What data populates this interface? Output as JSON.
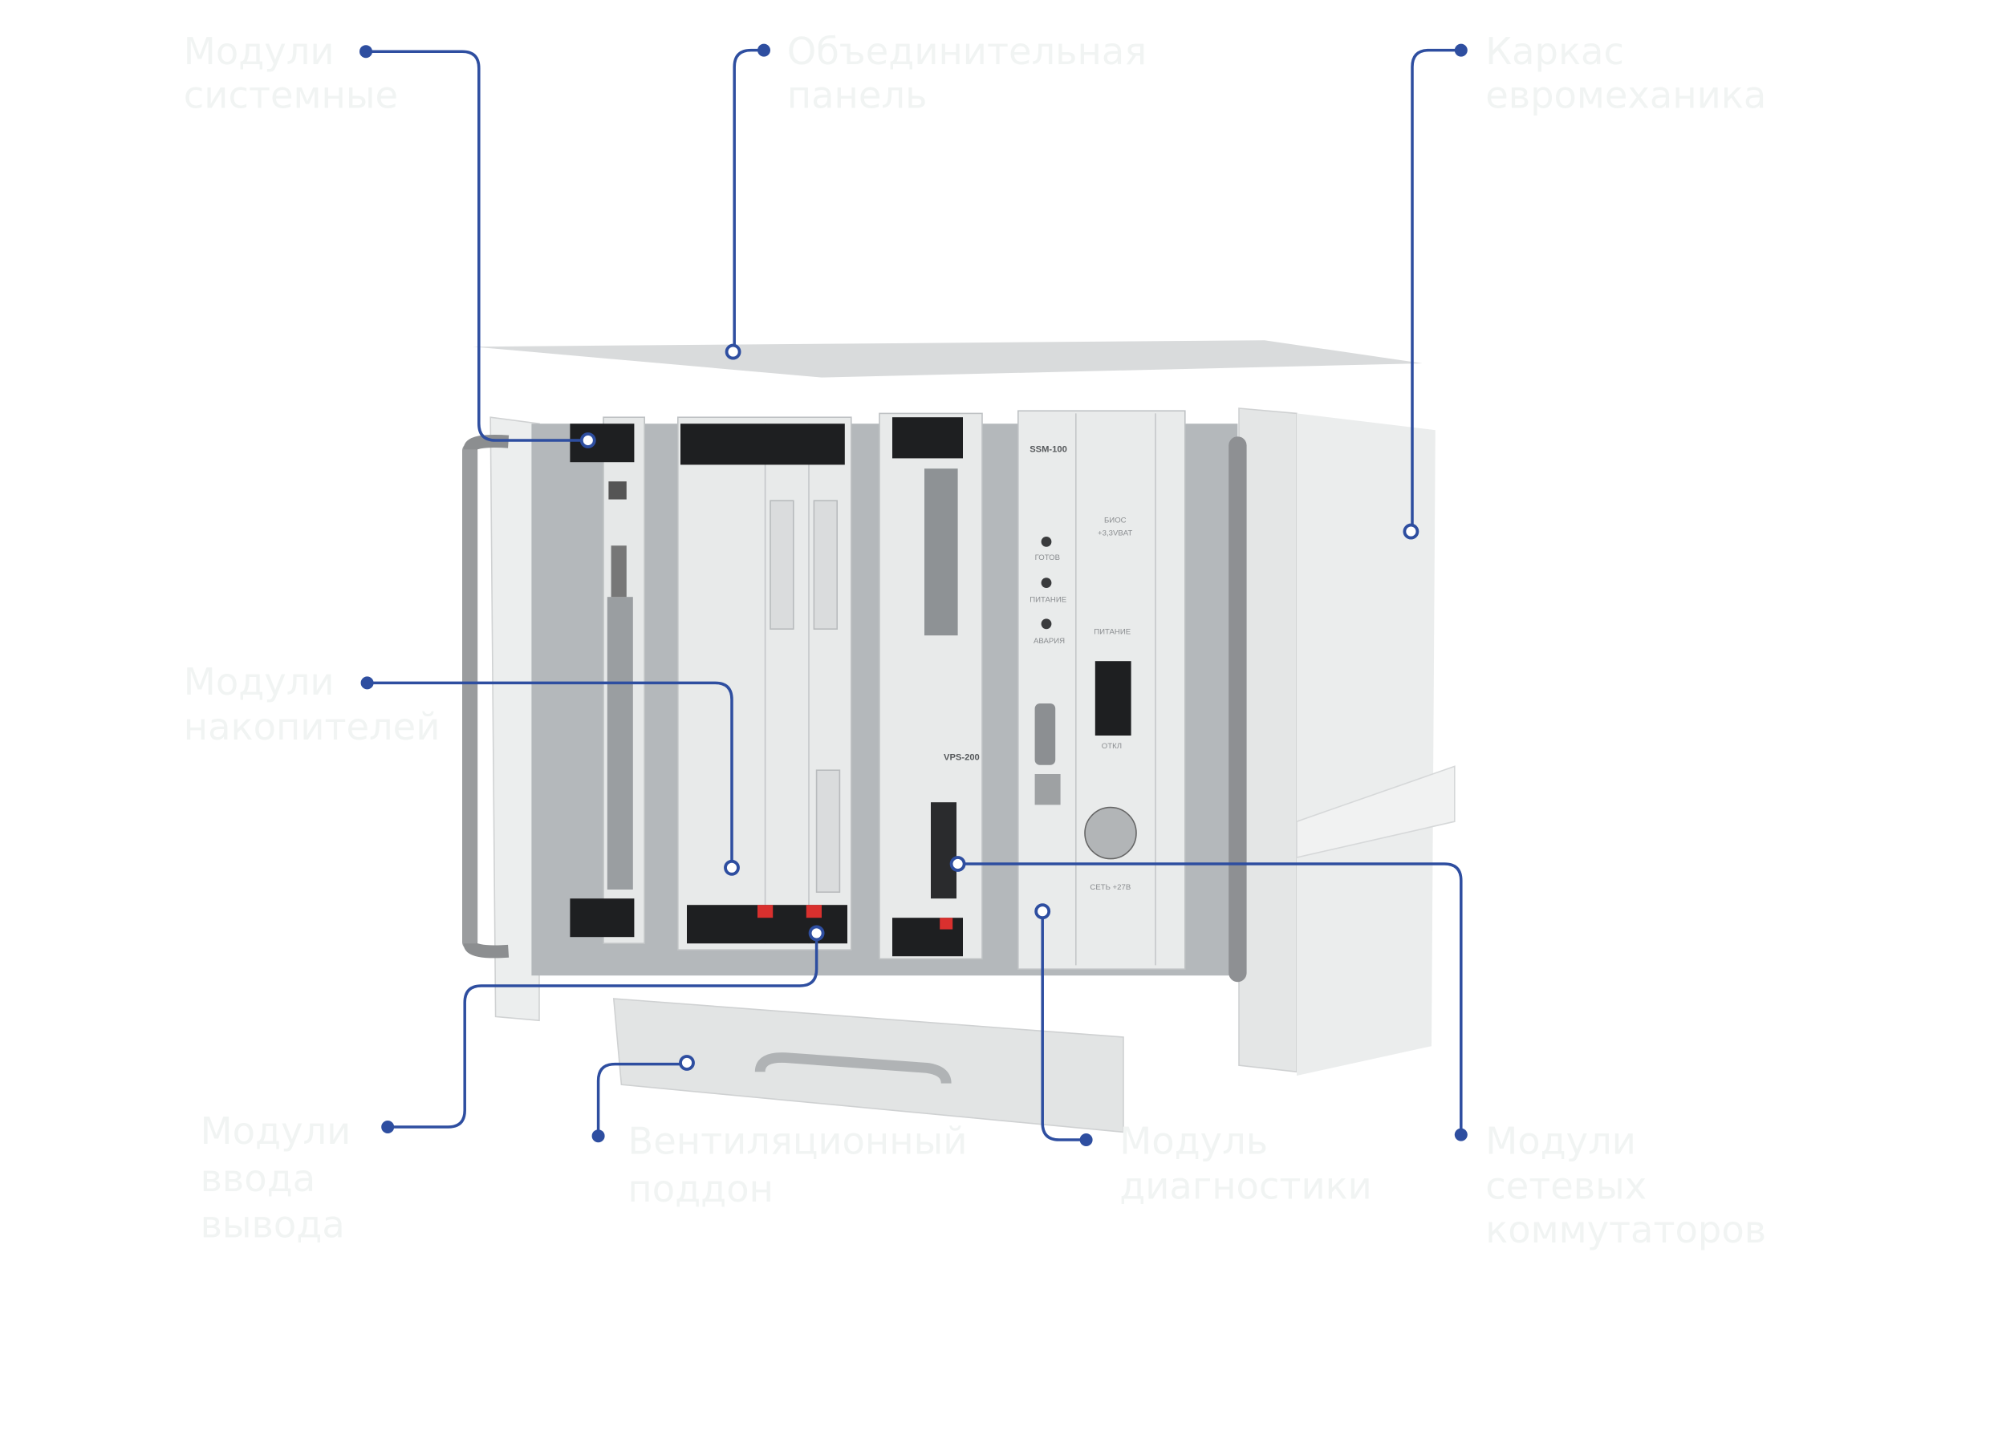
{
  "labels": {
    "system_modules": [
      "Модули",
      "системные"
    ],
    "backplane": [
      "Объединительная",
      "панель"
    ],
    "chassis": [
      "Каркас",
      "евромеханика"
    ],
    "storage_modules": [
      "Модули",
      "накопителей"
    ],
    "io_modules": [
      "Модули",
      "ввода",
      "вывода"
    ],
    "fan_tray": [
      "Вентиляционный",
      "поддон"
    ],
    "diagnostics_module": [
      "Модуль",
      "диагностики"
    ],
    "switch_modules": [
      "Модули",
      "сетевых",
      "коммутаторов"
    ]
  },
  "device_labels": {
    "ssm_model": "SSM-100",
    "ready": "ГОТОВ",
    "power_led": "ПИТАНИЕ",
    "alarm": "АВАРИЯ",
    "bios": "БИОС",
    "bat": "+3,3VBAT",
    "power_switch": "ПИТАНИЕ",
    "off": "ОТКЛ",
    "mains": "СЕТЬ +27В",
    "vps_model": "VPS-200"
  },
  "colors": {
    "leader": "#2e4ea0",
    "label_text": "#f1f4f3"
  }
}
